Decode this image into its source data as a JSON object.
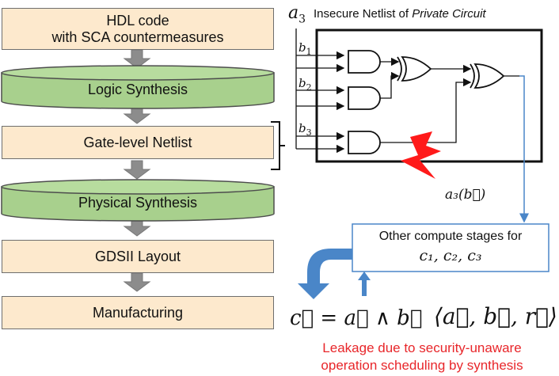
{
  "flow": {
    "hdl_line1": "HDL code",
    "hdl_line2": "with SCA countermeasures",
    "logic_synthesis": "Logic Synthesis",
    "gate_level_netlist": "Gate-level Netlist",
    "physical_synthesis": "Physical Synthesis",
    "gdsii_layout": "GDSII Layout",
    "manufacturing": "Manufacturing"
  },
  "netlist": {
    "output_var": "a",
    "output_sub": "3",
    "title_prefix": "Insecure Netlist of ",
    "title_italic": "Private Circuit",
    "inputs": [
      {
        "var": "b",
        "sub": "1"
      },
      {
        "var": "b",
        "sub": "2"
      },
      {
        "var": "b",
        "sub": "3"
      }
    ],
    "leak_label": "a₃(b⃗)"
  },
  "compute": {
    "line1": "Other compute stages for",
    "line2": "c₁, c₂, c₃"
  },
  "equations": {
    "output": "c⃗ = a⃗ ∧ b⃗",
    "input": "⟨a⃗, b⃗, r⃗⟩"
  },
  "leakage": {
    "line1": "Leakage due to security-unaware",
    "line2": "operation scheduling by synthesis"
  },
  "colors": {
    "box_fill": "#fde9cd",
    "cylinder_fill": "#a8d08d",
    "arrow_gray": "#8c8c8c",
    "blue_arrow": "#4a86c8",
    "lightning": "#ff1a1a",
    "leak_text": "#e8262a"
  }
}
